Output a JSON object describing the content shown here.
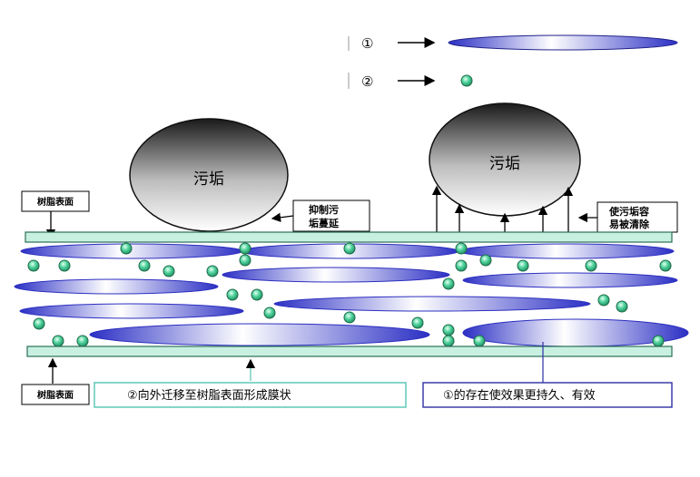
{
  "legend": {
    "item1_marker": "①",
    "item2_marker": "②"
  },
  "labels": {
    "dirt_left": "污垢",
    "dirt_right": "污垢",
    "surface_top": "树脂表面",
    "surface_bottom": "树脂表面",
    "suppress_line1": "抑制污",
    "suppress_line2": "垢蔓延",
    "easy_line1": "使污垢容",
    "easy_line2": "易被清除",
    "caption_migration": "②向外迁移至树脂表面形成膜状",
    "caption_lasting": "①的存在使效果更持久、有效"
  },
  "colors": {
    "bar_fill": "#c8f0e0",
    "bar_stroke": "#2b6f58",
    "ellipse_edge": "#2d2fc0",
    "bead_fill": "#39c58e",
    "caption_green_border": "#5ec9b5",
    "caption_blue_border": "#3a3ea8"
  }
}
